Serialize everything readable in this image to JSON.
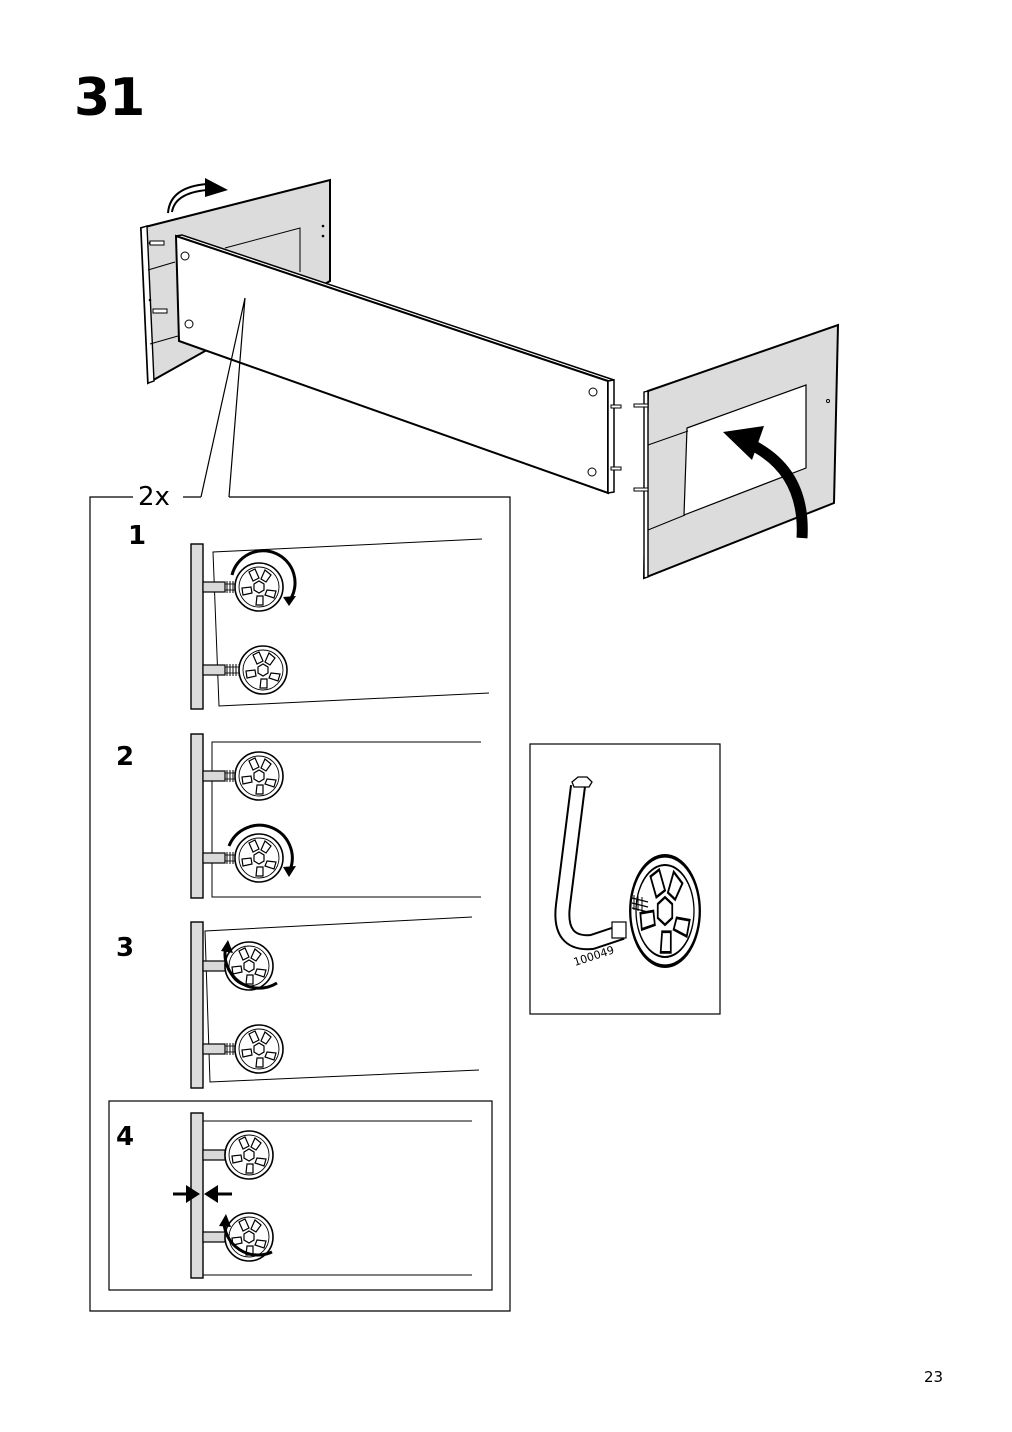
{
  "step": {
    "number": "31"
  },
  "detail": {
    "quantity": "2x",
    "substeps": [
      {
        "label": "1"
      },
      {
        "label": "2"
      },
      {
        "label": "3"
      },
      {
        "label": "4"
      }
    ]
  },
  "tool": {
    "part_number": "100049"
  },
  "page": {
    "number": "23"
  }
}
